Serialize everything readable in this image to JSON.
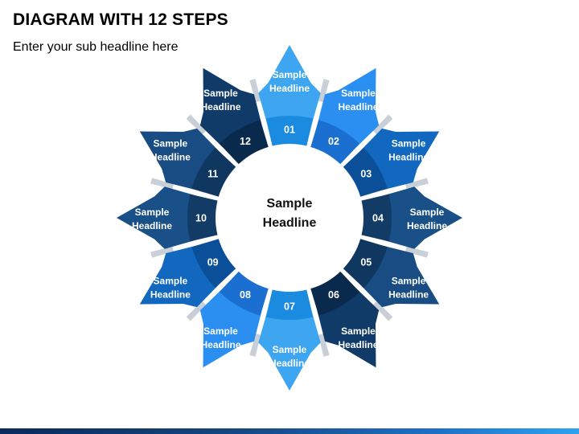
{
  "header": {
    "title": "DIAGRAM WITH 12 STEPS",
    "subtitle": "Enter your sub headline here"
  },
  "center": {
    "line1": "Sample",
    "line2": "Headline"
  },
  "steps": [
    {
      "number": "01",
      "line1": "Sample",
      "line2": "Headline",
      "color": "#3ea6f0",
      "ring_color": "#1b8be0"
    },
    {
      "number": "02",
      "line1": "Sample",
      "line2": "Headline",
      "color": "#2a8ff0",
      "ring_color": "#1a6fd0"
    },
    {
      "number": "03",
      "line1": "Sample",
      "line2": "Headline",
      "color": "#1268bf",
      "ring_color": "#0b4f98"
    },
    {
      "number": "04",
      "line1": "Sample",
      "line2": "Headline",
      "color": "#1a5088",
      "ring_color": "#123b66"
    },
    {
      "number": "05",
      "line1": "Sample",
      "line2": "Headline",
      "color": "#184c82",
      "ring_color": "#10375f"
    },
    {
      "number": "06",
      "line1": "Sample",
      "line2": "Headline",
      "color": "#103a68",
      "ring_color": "#0a2a4d"
    },
    {
      "number": "07",
      "line1": "Sample",
      "line2": "Headline",
      "color": "#3ea6f0",
      "ring_color": "#1b8be0"
    },
    {
      "number": "08",
      "line1": "Sample",
      "line2": "Headline",
      "color": "#2a8ff0",
      "ring_color": "#1a6fd0"
    },
    {
      "number": "09",
      "line1": "Sample",
      "line2": "Headline",
      "color": "#1268bf",
      "ring_color": "#0b4f98"
    },
    {
      "number": "10",
      "line1": "Sample",
      "line2": "Headline",
      "color": "#1a5088",
      "ring_color": "#123b66"
    },
    {
      "number": "11",
      "line1": "Sample",
      "line2": "Headline",
      "color": "#184c82",
      "ring_color": "#10375f"
    },
    {
      "number": "12",
      "line1": "Sample",
      "line2": "Headline",
      "color": "#103a68",
      "ring_color": "#0a2a4d"
    }
  ]
}
